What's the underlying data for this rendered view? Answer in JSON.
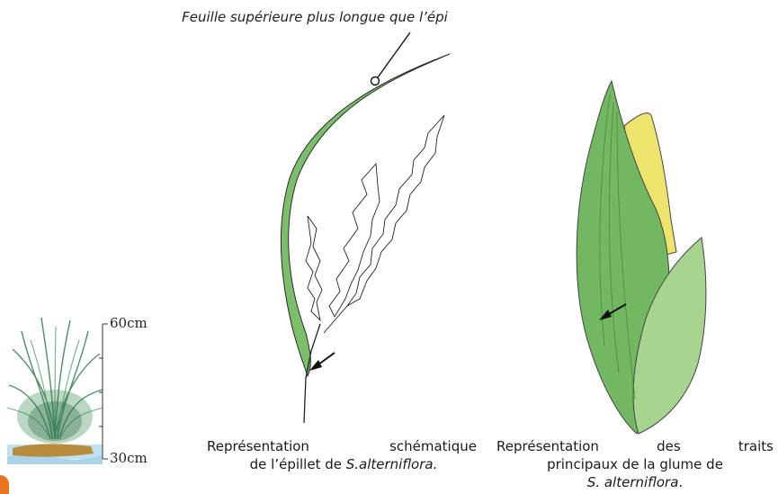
{
  "annotation": {
    "top_label": "Feuille supérieure plus longue que l’épi"
  },
  "scale": {
    "top": "60cm",
    "bottom": "30cm"
  },
  "captions": {
    "spikelet_line1": "Représentation schématique",
    "spikelet_line2_prefix": "de l’épillet de ",
    "spikelet_line2_species": "S.alterniflora.",
    "glume_line1": "Représentation des traits",
    "glume_line2": "principaux de la glume de",
    "glume_line3_species": "S. alterniflora",
    "glume_line3_suffix": "."
  },
  "colors": {
    "leaf_green": "#7cbf6a",
    "glume_green": "#72b862",
    "glume_light": "#a7d48f",
    "glume_yellow": "#eee36c",
    "water_blue": "#bfe1f0",
    "soil_brown": "#b98b3c",
    "accent_orange": "#e8731f"
  }
}
